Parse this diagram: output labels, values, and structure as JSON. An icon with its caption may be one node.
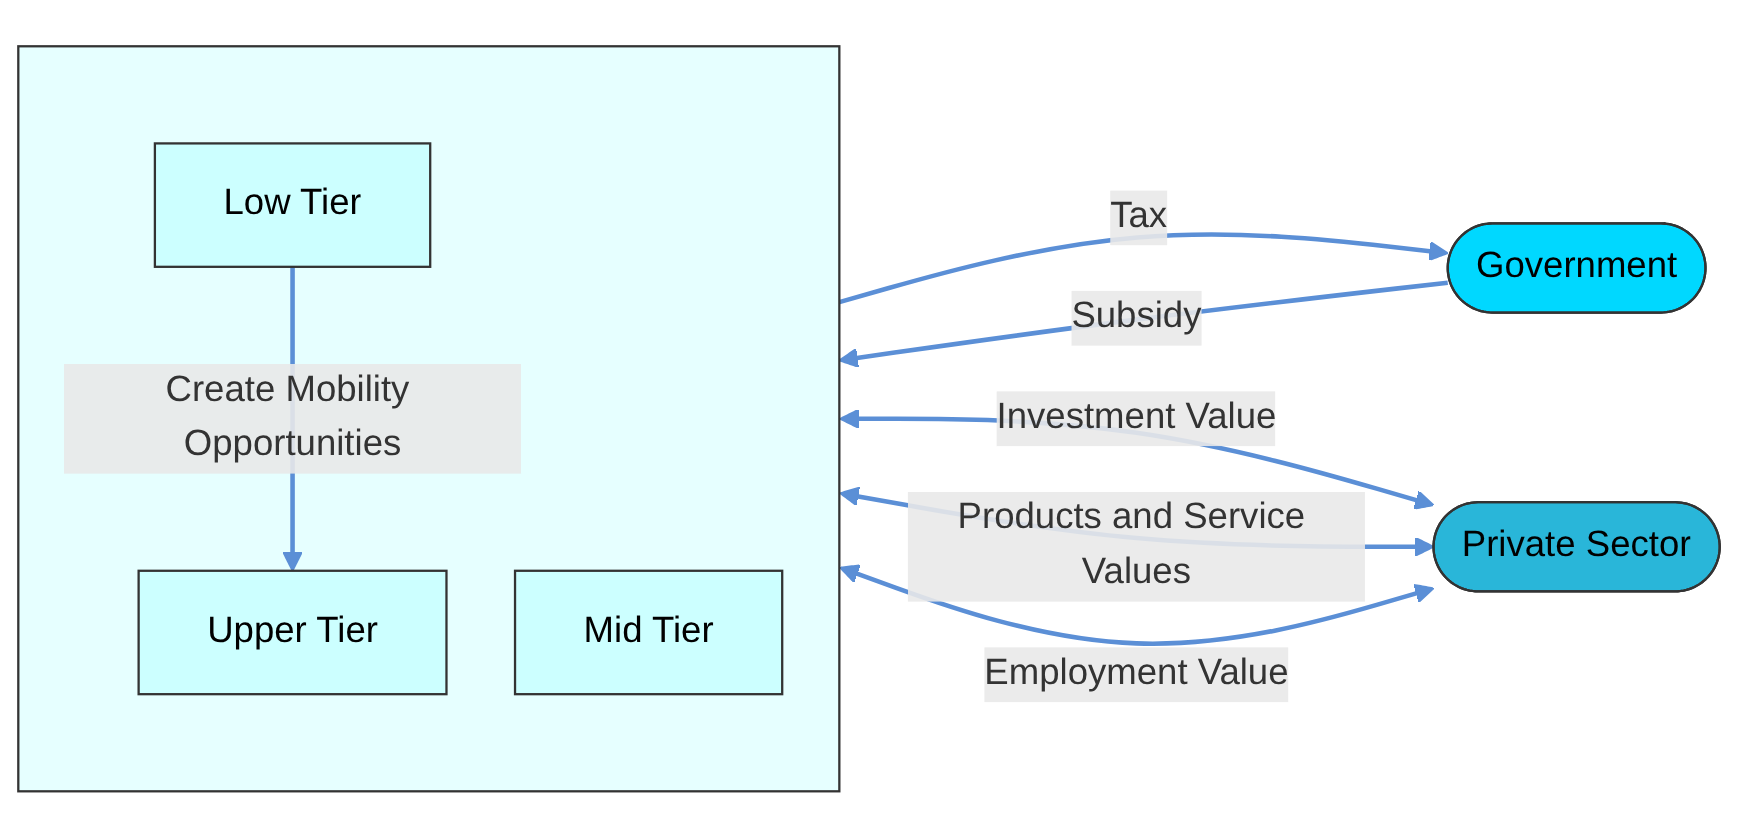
{
  "diagram": {
    "nodes": [
      {
        "text": [
          "Government"
        ]
      },
      {
        "text": [],
        "shape": "triangle"
      },
      {
        "text": [
          "Upper Tier"
        ],
        "in": 1
      },
      {
        "text": [
          "Mid Tier"
        ],
        "in": 1
      },
      {
        "text": [
          "Low Tier"
        ],
        "in": 1
      },
      {
        "text": [
          "Private Sector"
        ]
      }
    ],
    "edges": [
      {
        "from": 0,
        "to": 1,
        "arrow": "to",
        "label": "Subsidy"
      },
      {
        "from": 1,
        "to": 0,
        "arrow": "to",
        "label": "Tax"
      },
      {
        "from": 4,
        "to": 2,
        "arrow": "to",
        "label": "Create Mobility Opportunities"
      },
      {
        "from": 1,
        "to": 5,
        "arrow": "both",
        "label": "Investment Value"
      },
      {
        "from": 1,
        "to": 5,
        "arrow": "both",
        "label": "Products and Service Values"
      },
      {
        "from": 1,
        "to": 5,
        "arrow": "both",
        "label": "Employment Value"
      }
    ]
  }
}
